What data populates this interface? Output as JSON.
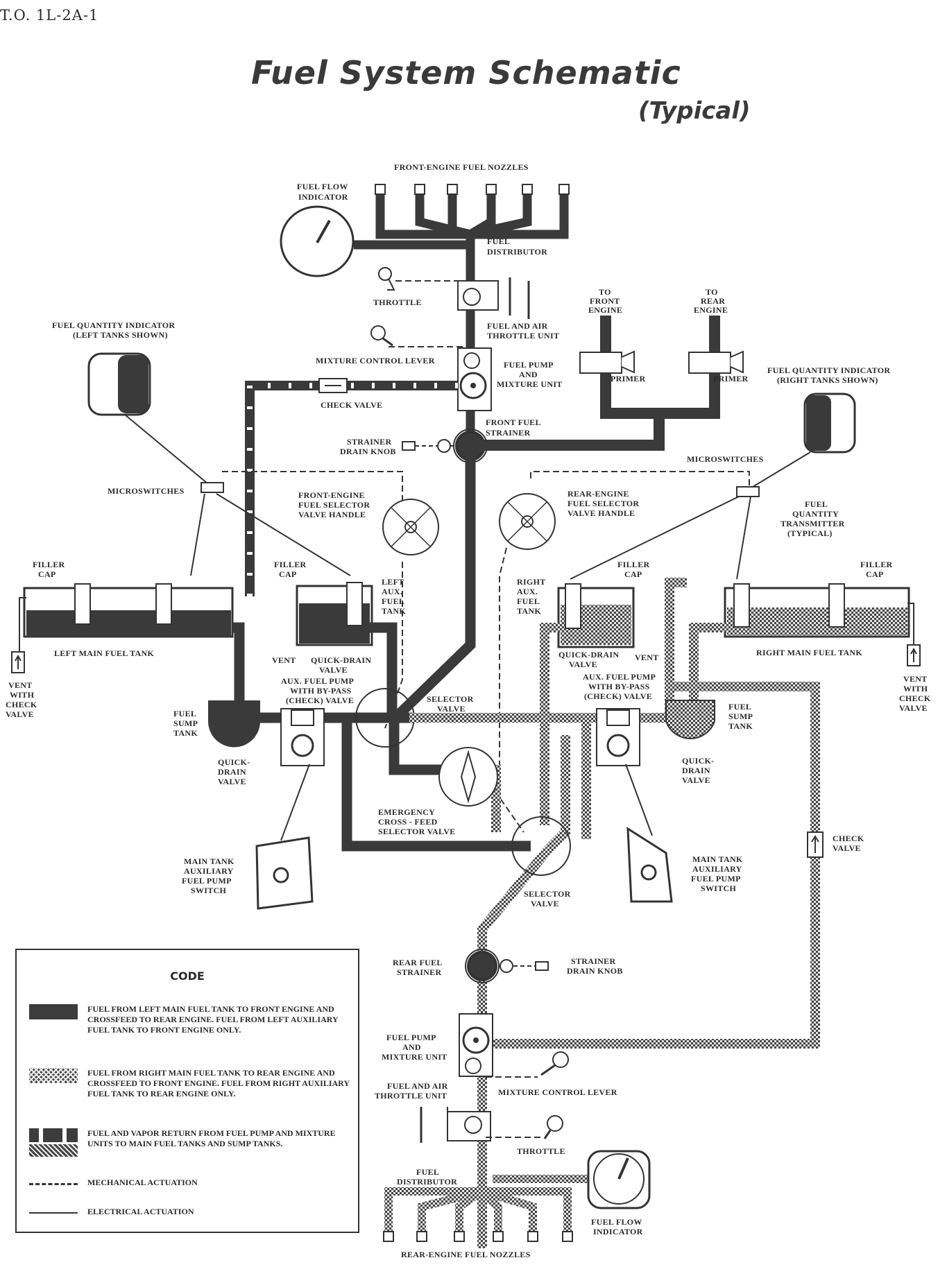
{
  "document": {
    "id": "T.O. 1L-2A-1",
    "title": "Fuel System Schematic",
    "subtitle": "(Typical)"
  },
  "labels": {
    "front_nozzles": "FRONT-ENGINE FUEL NOZZLES",
    "front_flow_indicator": [
      "FUEL FLOW",
      "INDICATOR"
    ],
    "front_distributor": [
      "FUEL",
      "DISTRIBUTOR"
    ],
    "front_throttle": "THROTTLE",
    "front_throttle_unit": [
      "FUEL AND AIR",
      "THROTTLE UNIT"
    ],
    "front_mixture_lever": "MIXTURE CONTROL LEVER",
    "front_pump_unit": [
      "FUEL PUMP",
      "AND",
      "MIXTURE UNIT"
    ],
    "check_valve_top": "CHECK VALVE",
    "front_strainer": [
      "FRONT FUEL",
      "STRAINER"
    ],
    "strainer_drain_knob_top": [
      "STRAINER",
      "DRAIN KNOB"
    ],
    "to_front_engine": [
      "TO",
      "FRONT",
      "ENGINE"
    ],
    "to_rear_engine": [
      "TO",
      "REAR",
      "ENGINE"
    ],
    "primer_left": "PRIMER",
    "primer_right": "PRIMER",
    "fqi_left": [
      "FUEL QUANTITY INDICATOR",
      "(LEFT TANKS SHOWN)"
    ],
    "fqi_right": [
      "FUEL QUANTITY INDICATOR",
      "(RIGHT TANKS SHOWN)"
    ],
    "microswitches_left": "MICROSWITCHES",
    "microswitches_right": "MICROSWITCHES",
    "front_selector_handle": [
      "FRONT-ENGINE",
      "FUEL SELECTOR",
      "VALVE HANDLE"
    ],
    "rear_selector_handle": [
      "REAR-ENGINE",
      "FUEL SELECTOR",
      "VALVE HANDLE"
    ],
    "fuel_qty_transmitter": [
      "FUEL",
      "QUANTITY",
      "TRANSMITTER",
      "(TYPICAL)"
    ],
    "filler_cap_lm": [
      "FILLER",
      "CAP"
    ],
    "filler_cap_la": [
      "FILLER",
      "CAP"
    ],
    "filler_cap_ra": [
      "FILLER",
      "CAP"
    ],
    "filler_cap_rm": [
      "FILLER",
      "CAP"
    ],
    "left_aux_tank": [
      "LEFT",
      "AUX.",
      "FUEL",
      "TANK"
    ],
    "right_aux_tank": [
      "RIGHT",
      "AUX.",
      "FUEL",
      "TANK"
    ],
    "left_main_tank": "LEFT MAIN FUEL TANK",
    "right_main_tank": "RIGHT MAIN FUEL TANK",
    "vent_left_aux": "VENT",
    "vent_right_aux": "VENT",
    "quick_drain_left_aux": [
      "QUICK-DRAIN",
      "VALVE"
    ],
    "quick_drain_right_aux": [
      "QUICK-DRAIN",
      "VALVE"
    ],
    "vent_check_left": [
      "VENT",
      "WITH",
      "CHECK",
      "VALVE"
    ],
    "vent_check_right": [
      "VENT",
      "WITH",
      "CHECK",
      "VALVE"
    ],
    "aux_pump_left": [
      "AUX. FUEL PUMP",
      "WITH BY-PASS",
      "(CHECK) VALVE"
    ],
    "aux_pump_right": [
      "AUX. FUEL PUMP",
      "WITH BY-PASS",
      "(CHECK) VALVE"
    ],
    "sump_left": [
      "FUEL",
      "SUMP",
      "TANK"
    ],
    "sump_right": [
      "FUEL",
      "SUMP",
      "TANK"
    ],
    "quick_drain_sump_left": [
      "QUICK-",
      "DRAIN",
      "VALVE"
    ],
    "quick_drain_sump_right": [
      "QUICK-",
      "DRAIN",
      "VALVE"
    ],
    "selector_valve_front": [
      "SELECTOR",
      "VALVE"
    ],
    "selector_valve_rear": [
      "SELECTOR",
      "VALVE"
    ],
    "emergency_crossfeed": [
      "EMERGENCY",
      "CROSS - FEED",
      "SELECTOR VALVE"
    ],
    "aux_switch_left": [
      "MAIN TANK",
      "AUXILIARY",
      "FUEL PUMP",
      "SWITCH"
    ],
    "aux_switch_right": [
      "MAIN TANK",
      "AUXILIARY",
      "FUEL PUMP",
      "SWITCH"
    ],
    "check_valve_right": [
      "CHECK",
      "VALVE"
    ],
    "rear_strainer": [
      "REAR FUEL",
      "STRAINER"
    ],
    "strainer_drain_knob_rear": [
      "STRAINER",
      "DRAIN KNOB"
    ],
    "rear_pump_unit": [
      "FUEL PUMP",
      "AND",
      "MIXTURE UNIT"
    ],
    "rear_throttle_unit": [
      "FUEL AND AIR",
      "THROTTLE UNIT"
    ],
    "rear_mixture_lever": "MIXTURE CONTROL LEVER",
    "rear_throttle": "THROTTLE",
    "rear_distributor": [
      "FUEL",
      "DISTRIBUTOR"
    ],
    "rear_flow_indicator": [
      "FUEL FLOW",
      "INDICATOR"
    ],
    "rear_nozzles": "REAR-ENGINE FUEL NOZZLES"
  },
  "legend": {
    "title": "CODE",
    "items": [
      {
        "pattern": "solid-dark",
        "text": "Fuel from left main fuel tank to front engine and crossfeed to rear engine. Fuel from left auxiliary fuel tank to front engine only."
      },
      {
        "pattern": "checkered",
        "text": "Fuel from right main fuel tank to rear engine and crossfeed to front engine. Fuel from right auxiliary fuel tank to rear engine only."
      },
      {
        "pattern": "broken-return",
        "text": "Fuel and vapor return from fuel pump and mixture units to main fuel tanks and sump tanks."
      },
      {
        "pattern": "dashed-line",
        "text": "Mechanical actuation"
      },
      {
        "pattern": "solid-line",
        "text": "Electrical actuation"
      }
    ]
  },
  "colors": {
    "ink": "#3a3a3a",
    "paper": "#ffffff",
    "check_light": "#e6e6e6"
  }
}
